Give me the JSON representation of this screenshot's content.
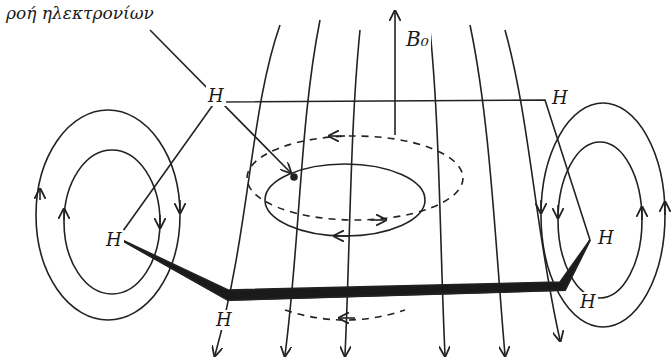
{
  "diagram": {
    "labels": [
      "ροή ηλεκτρονίων",
      "B₀",
      "H",
      "H",
      "H",
      "H",
      "H",
      "H"
    ]
  }
}
